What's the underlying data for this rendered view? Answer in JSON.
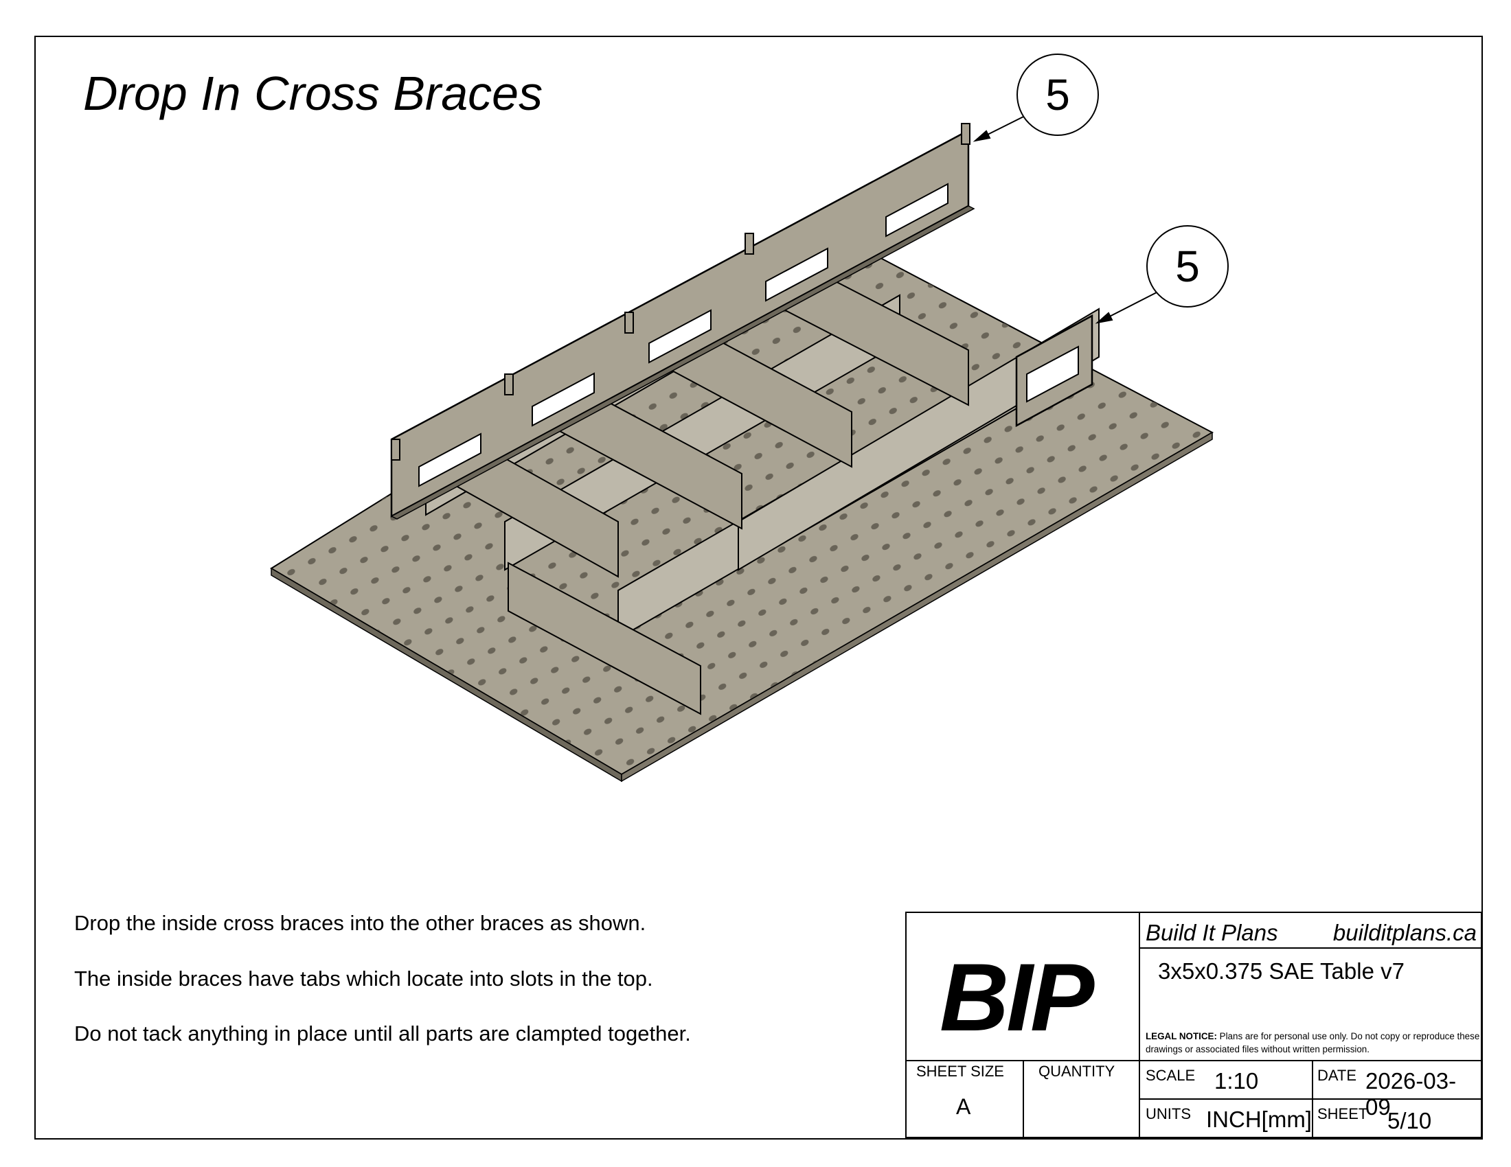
{
  "title": "Drop In Cross Braces",
  "callouts": [
    "5",
    "5"
  ],
  "notes": [
    "Drop the inside cross braces into the other braces as shown.",
    "The inside braces have tabs which locate into slots in the top.",
    "Do not tack anything in place until all parts are clampted together."
  ],
  "title_block": {
    "logo": "BIP",
    "company": "Build It Plans",
    "website": "builditplans.ca",
    "product": "3x5x0.375 SAE Table v7",
    "legal_label": "LEGAL NOTICE:",
    "legal_text": "Plans are for personal use only. Do not copy or reproduce these drawings or associated files without written permission.",
    "sheet_size_label": "SHEET SIZE",
    "sheet_size": "A",
    "quantity_label": "QUANTITY",
    "quantity": "",
    "scale_label": "SCALE",
    "scale": "1:10",
    "date_label": "DATE",
    "date": "2026-03-09",
    "units_label": "UNITS",
    "units": "INCH[mm]",
    "sheet_label": "SHEET",
    "sheet": "5/10"
  },
  "colors": {
    "steel": "#a9a393",
    "steel_dark": "#7e786a",
    "steel_light": "#bdb8aa",
    "hole": "#5e594e"
  }
}
